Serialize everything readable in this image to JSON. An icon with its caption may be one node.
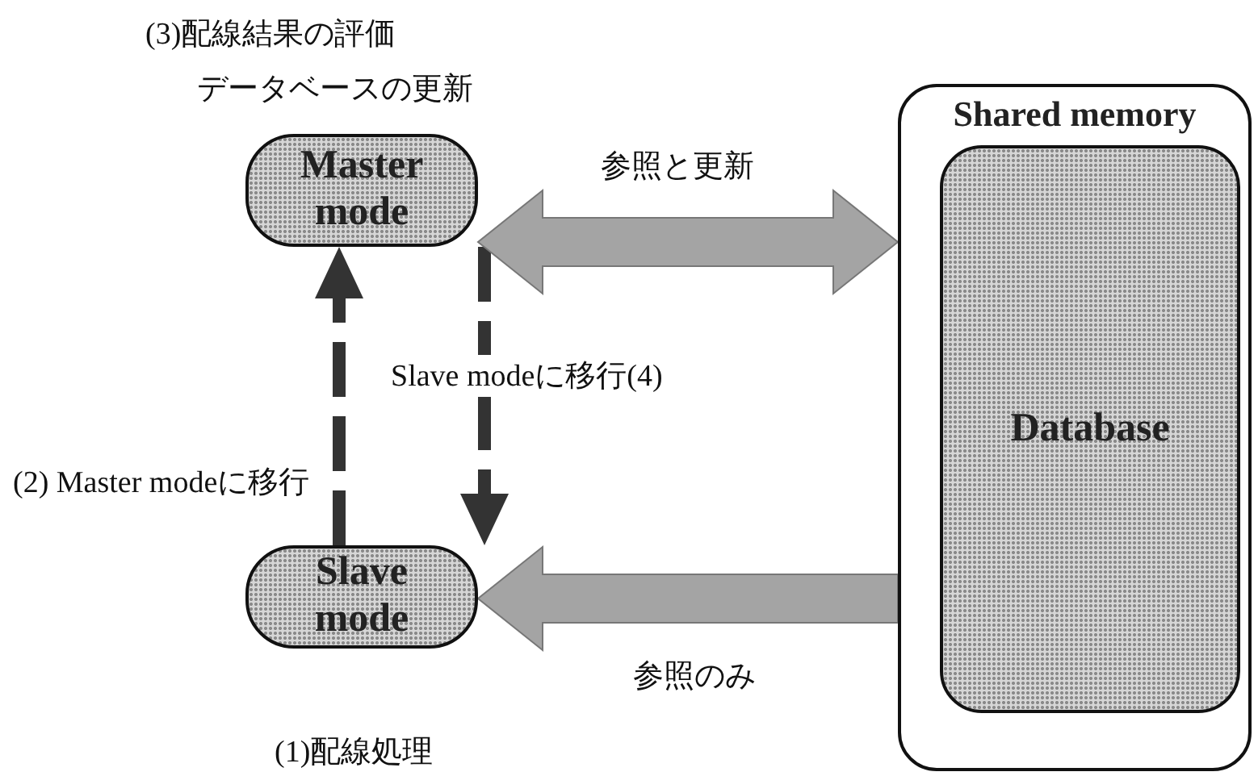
{
  "diagram": {
    "nodes": [
      {
        "text": [
          "Master mode"
        ],
        "beside": [
          "(3)配線結果の評価",
          "データベースの更新"
        ]
      },
      {
        "text": [
          "Slave mode"
        ],
        "beside": [
          "(1)配線処理"
        ]
      },
      {
        "text": [
          "Shared memory"
        ]
      },
      {
        "text": [
          "Database"
        ],
        "in": 2
      }
    ],
    "edges": [
      {
        "from": 0,
        "to": 1,
        "arrow": "to",
        "style": "dashed",
        "label": "Slave modeに移行(4)"
      },
      {
        "from": 1,
        "to": 0,
        "arrow": "to",
        "style": "dashed",
        "label": "(2) Master modeに移行"
      },
      {
        "from": 0,
        "to": 2,
        "arrow": "both",
        "style": "thick",
        "label": "参照と更新"
      },
      {
        "from": 2,
        "to": 1,
        "arrow": "to",
        "style": "thick",
        "label": "参照のみ"
      }
    ]
  }
}
